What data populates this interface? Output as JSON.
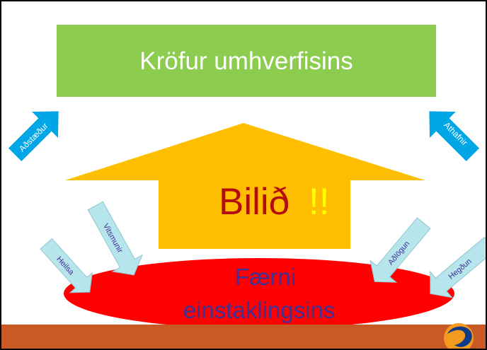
{
  "colors": {
    "top_box": "#8ccc4e",
    "center_arrow": "#ffbf00",
    "ellipse": "#ff0000",
    "side_arrow": "#00a6e6",
    "small_arrow": "#b7e5ec",
    "bottom_band": "#c95a26",
    "gap_text": "#b30d0d",
    "exclamation": "#ffff00",
    "ellipse_text": "#3f3198",
    "small_arrow_text": "#3f3198",
    "logo_circle": "#f39a1f",
    "logo_swoosh": "#0f3b8a"
  },
  "diagram": {
    "top_box_label": "Kröfur umhverfisins",
    "left_arrow_label": "Aðstæður",
    "right_arrow_label": "Athafnir",
    "gap_label": "Bilið",
    "gap_exclamation": "!!",
    "bottom_label_line1": "Færni",
    "bottom_label_line2": "einstaklingsins",
    "small_arrows": {
      "heilsa": "Heilsa",
      "vitsmunir": "Vitsmunir",
      "adlogun": "Aðlögun",
      "hegdun": "Hegðun"
    },
    "logo_icon": "logo-icon"
  }
}
